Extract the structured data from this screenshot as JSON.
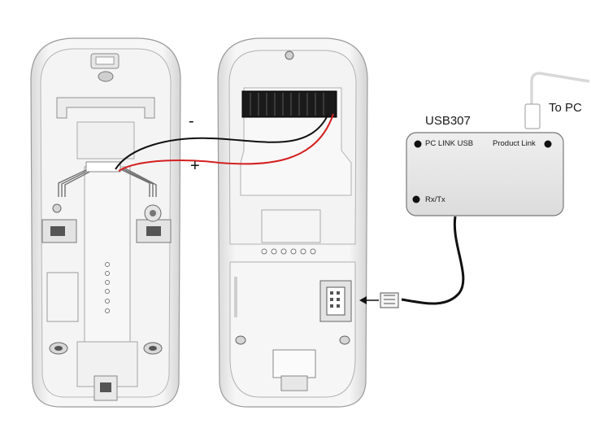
{
  "module": {
    "title": "USB307",
    "port_pc_link": "PC LINK USB",
    "port_product_link": "Product Link",
    "port_rxtx": "Rx/Tx"
  },
  "cable": {
    "to_pc_label": "To PC"
  },
  "wiring": {
    "minus_label": "-",
    "plus_label": "+",
    "negative_wire_color": "#111111",
    "positive_wire_color": "#d42020"
  },
  "colors": {
    "housing": "#f1f1f1",
    "housing_stroke": "#9a9a9a",
    "module_fill": "#e8e8e8",
    "terminal_block": "#1a1a1a"
  }
}
